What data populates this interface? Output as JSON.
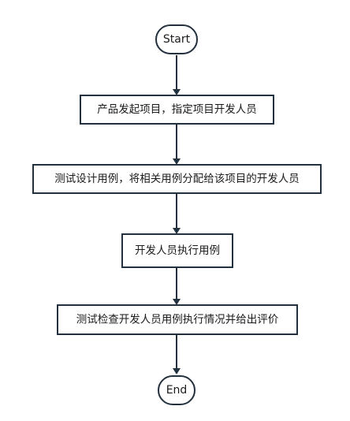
{
  "flowchart": {
    "start_label": "Start",
    "step1_label": "产品发起项目，指定项目开发人员",
    "step2_label": "测试设计用例，将相关用例分配给该项目的开发人员",
    "step3_label": "开发人员执行用例",
    "step4_label": "测试检查开发人员用例执行情况并给出评价",
    "end_label": "End"
  }
}
